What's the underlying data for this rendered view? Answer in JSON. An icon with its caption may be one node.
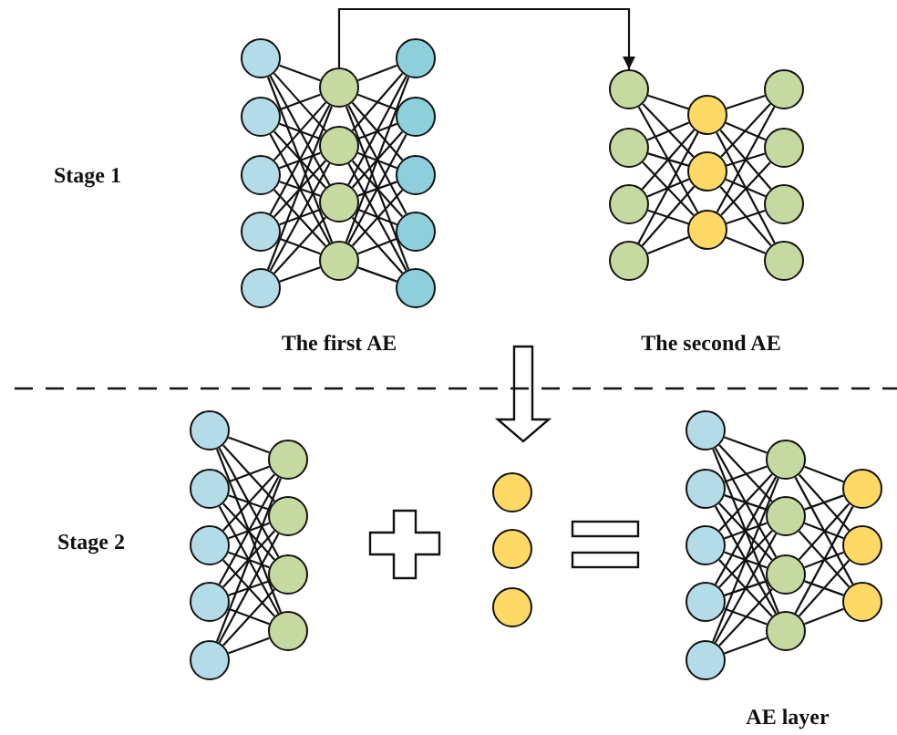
{
  "diagram": {
    "nodes": [
      {
        "text": [],
        "shape": "circle"
      },
      {
        "text": [],
        "shape": "circle"
      },
      {
        "text": [],
        "shape": "circle"
      },
      {
        "text": [],
        "shape": "circle"
      },
      {
        "text": [],
        "shape": "circle"
      },
      {
        "text": [],
        "shape": "circle"
      },
      {
        "text": [],
        "shape": "circle"
      },
      {
        "text": [],
        "shape": "circle"
      },
      {
        "text": [],
        "shape": "circle"
      },
      {
        "text": [],
        "shape": "circle"
      },
      {
        "text": [],
        "shape": "circle"
      },
      {
        "text": [],
        "shape": "circle"
      },
      {
        "text": [],
        "shape": "circle"
      },
      {
        "text": [],
        "shape": "circle"
      },
      {
        "text": [],
        "shape": "circle"
      },
      {
        "text": [],
        "shape": "circle"
      },
      {
        "text": [],
        "shape": "circle"
      },
      {
        "text": [],
        "shape": "circle"
      },
      {
        "text": [],
        "shape": "circle"
      },
      {
        "text": [],
        "shape": "circle"
      },
      {
        "text": [],
        "shape": "circle"
      },
      {
        "text": [],
        "shape": "circle"
      },
      {
        "text": [],
        "shape": "circle"
      },
      {
        "text": [],
        "shape": "circle"
      },
      {
        "text": [],
        "shape": "circle"
      },
      {
        "text": [],
        "shape": "circle"
      },
      {
        "text": [],
        "shape": "circle"
      },
      {
        "text": [],
        "shape": "circle"
      },
      {
        "text": [],
        "shape": "circle"
      },
      {
        "text": [],
        "shape": "circle"
      },
      {
        "text": [],
        "shape": "circle"
      },
      {
        "text": [],
        "shape": "circle"
      },
      {
        "text": [],
        "shape": "circle"
      },
      {
        "text": [],
        "shape": "circle"
      },
      {
        "text": [],
        "shape": "circle"
      },
      {
        "text": [],
        "shape": "circle"
      },
      {
        "text": [],
        "shape": "circle"
      },
      {
        "text": [],
        "shape": "circle"
      },
      {
        "text": [],
        "shape": "circle"
      },
      {
        "text": [],
        "shape": "circle"
      },
      {
        "text": [],
        "shape": "circle"
      },
      {
        "text": [],
        "shape": "circle"
      },
      {
        "text": [],
        "shape": "circle"
      },
      {
        "text": [],
        "shape": "circle"
      },
      {
        "text": [],
        "shape": "circle"
      },
      {
        "text": [],
        "shape": "circle"
      },
      {
        "text": [],
        "shape": "circle"
      },
      {
        "text": [],
        "shape": "circle"
      },
      {
        "text": [],
        "shape": "circle"
      }
    ],
    "edges": [
      {
        "from": 5,
        "to": 14,
        "arrow": "to"
      },
      {
        "from": 0,
        "to": 5,
        "arrow": "none"
      },
      {
        "from": 0,
        "to": 6,
        "arrow": "none"
      },
      {
        "from": 0,
        "to": 7,
        "arrow": "none"
      },
      {
        "from": 0,
        "to": 8,
        "arrow": "none"
      },
      {
        "from": 1,
        "to": 5,
        "arrow": "none"
      },
      {
        "from": 1,
        "to": 6,
        "arrow": "none"
      },
      {
        "from": 1,
        "to": 7,
        "arrow": "none"
      },
      {
        "from": 1,
        "to": 8,
        "arrow": "none"
      },
      {
        "from": 2,
        "to": 5,
        "arrow": "none"
      },
      {
        "from": 2,
        "to": 6,
        "arrow": "none"
      },
      {
        "from": 2,
        "to": 7,
        "arrow": "none"
      },
      {
        "from": 2,
        "to": 8,
        "arrow": "none"
      },
      {
        "from": 3,
        "to": 5,
        "arrow": "none"
      },
      {
        "from": 3,
        "to": 6,
        "arrow": "none"
      },
      {
        "from": 3,
        "to": 7,
        "arrow": "none"
      },
      {
        "from": 3,
        "to": 8,
        "arrow": "none"
      },
      {
        "from": 4,
        "to": 5,
        "arrow": "none"
      },
      {
        "from": 4,
        "to": 6,
        "arrow": "none"
      },
      {
        "from": 4,
        "to": 7,
        "arrow": "none"
      },
      {
        "from": 4,
        "to": 8,
        "arrow": "none"
      },
      {
        "from": 5,
        "to": 9,
        "arrow": "none"
      },
      {
        "from": 5,
        "to": 10,
        "arrow": "none"
      },
      {
        "from": 5,
        "to": 11,
        "arrow": "none"
      },
      {
        "from": 5,
        "to": 12,
        "arrow": "none"
      },
      {
        "from": 5,
        "to": 13,
        "arrow": "none"
      },
      {
        "from": 6,
        "to": 9,
        "arrow": "none"
      },
      {
        "from": 6,
        "to": 10,
        "arrow": "none"
      },
      {
        "from": 6,
        "to": 11,
        "arrow": "none"
      },
      {
        "from": 6,
        "to": 12,
        "arrow": "none"
      },
      {
        "from": 6,
        "to": 13,
        "arrow": "none"
      },
      {
        "from": 7,
        "to": 9,
        "arrow": "none"
      },
      {
        "from": 7,
        "to": 10,
        "arrow": "none"
      },
      {
        "from": 7,
        "to": 11,
        "arrow": "none"
      },
      {
        "from": 7,
        "to": 12,
        "arrow": "none"
      },
      {
        "from": 7,
        "to": 13,
        "arrow": "none"
      },
      {
        "from": 8,
        "to": 9,
        "arrow": "none"
      },
      {
        "from": 8,
        "to": 10,
        "arrow": "none"
      },
      {
        "from": 8,
        "to": 11,
        "arrow": "none"
      },
      {
        "from": 8,
        "to": 12,
        "arrow": "none"
      },
      {
        "from": 8,
        "to": 13,
        "arrow": "none"
      },
      {
        "from": 14,
        "to": 18,
        "arrow": "none"
      },
      {
        "from": 14,
        "to": 19,
        "arrow": "none"
      },
      {
        "from": 14,
        "to": 20,
        "arrow": "none"
      },
      {
        "from": 15,
        "to": 18,
        "arrow": "none"
      },
      {
        "from": 15,
        "to": 19,
        "arrow": "none"
      },
      {
        "from": 15,
        "to": 20,
        "arrow": "none"
      },
      {
        "from": 16,
        "to": 18,
        "arrow": "none"
      },
      {
        "from": 16,
        "to": 19,
        "arrow": "none"
      },
      {
        "from": 16,
        "to": 20,
        "arrow": "none"
      },
      {
        "from": 17,
        "to": 18,
        "arrow": "none"
      },
      {
        "from": 17,
        "to": 19,
        "arrow": "none"
      },
      {
        "from": 17,
        "to": 20,
        "arrow": "none"
      },
      {
        "from": 18,
        "to": 21,
        "arrow": "none"
      },
      {
        "from": 18,
        "to": 22,
        "arrow": "none"
      },
      {
        "from": 18,
        "to": 23,
        "arrow": "none"
      },
      {
        "from": 18,
        "to": 24,
        "arrow": "none"
      },
      {
        "from": 19,
        "to": 21,
        "arrow": "none"
      },
      {
        "from": 19,
        "to": 22,
        "arrow": "none"
      },
      {
        "from": 19,
        "to": 23,
        "arrow": "none"
      },
      {
        "from": 19,
        "to": 24,
        "arrow": "none"
      },
      {
        "from": 20,
        "to": 21,
        "arrow": "none"
      },
      {
        "from": 20,
        "to": 22,
        "arrow": "none"
      },
      {
        "from": 20,
        "to": 23,
        "arrow": "none"
      },
      {
        "from": 20,
        "to": 24,
        "arrow": "none"
      },
      {
        "from": 25,
        "to": 30,
        "arrow": "none"
      },
      {
        "from": 25,
        "to": 31,
        "arrow": "none"
      },
      {
        "from": 25,
        "to": 32,
        "arrow": "none"
      },
      {
        "from": 25,
        "to": 33,
        "arrow": "none"
      },
      {
        "from": 26,
        "to": 30,
        "arrow": "none"
      },
      {
        "from": 26,
        "to": 31,
        "arrow": "none"
      },
      {
        "from": 26,
        "to": 32,
        "arrow": "none"
      },
      {
        "from": 26,
        "to": 33,
        "arrow": "none"
      },
      {
        "from": 27,
        "to": 30,
        "arrow": "none"
      },
      {
        "from": 27,
        "to": 31,
        "arrow": "none"
      },
      {
        "from": 27,
        "to": 32,
        "arrow": "none"
      },
      {
        "from": 27,
        "to": 33,
        "arrow": "none"
      },
      {
        "from": 28,
        "to": 30,
        "arrow": "none"
      },
      {
        "from": 28,
        "to": 31,
        "arrow": "none"
      },
      {
        "from": 28,
        "to": 32,
        "arrow": "none"
      },
      {
        "from": 28,
        "to": 33,
        "arrow": "none"
      },
      {
        "from": 29,
        "to": 30,
        "arrow": "none"
      },
      {
        "from": 29,
        "to": 31,
        "arrow": "none"
      },
      {
        "from": 29,
        "to": 32,
        "arrow": "none"
      },
      {
        "from": 29,
        "to": 33,
        "arrow": "none"
      },
      {
        "from": 37,
        "to": 42,
        "arrow": "none"
      },
      {
        "from": 37,
        "to": 43,
        "arrow": "none"
      },
      {
        "from": 37,
        "to": 44,
        "arrow": "none"
      },
      {
        "from": 37,
        "to": 45,
        "arrow": "none"
      },
      {
        "from": 38,
        "to": 42,
        "arrow": "none"
      },
      {
        "from": 38,
        "to": 43,
        "arrow": "none"
      },
      {
        "from": 38,
        "to": 44,
        "arrow": "none"
      },
      {
        "from": 38,
        "to": 45,
        "arrow": "none"
      },
      {
        "from": 39,
        "to": 42,
        "arrow": "none"
      },
      {
        "from": 39,
        "to": 43,
        "arrow": "none"
      },
      {
        "from": 39,
        "to": 44,
        "arrow": "none"
      },
      {
        "from": 39,
        "to": 45,
        "arrow": "none"
      },
      {
        "from": 40,
        "to": 42,
        "arrow": "none"
      },
      {
        "from": 40,
        "to": 43,
        "arrow": "none"
      },
      {
        "from": 40,
        "to": 44,
        "arrow": "none"
      },
      {
        "from": 40,
        "to": 45,
        "arrow": "none"
      },
      {
        "from": 41,
        "to": 42,
        "arrow": "none"
      },
      {
        "from": 41,
        "to": 43,
        "arrow": "none"
      },
      {
        "from": 41,
        "to": 44,
        "arrow": "none"
      },
      {
        "from": 41,
        "to": 45,
        "arrow": "none"
      },
      {
        "from": 42,
        "to": 46,
        "arrow": "none"
      },
      {
        "from": 42,
        "to": 47,
        "arrow": "none"
      },
      {
        "from": 42,
        "to": 48,
        "arrow": "none"
      },
      {
        "from": 43,
        "to": 46,
        "arrow": "none"
      },
      {
        "from": 43,
        "to": 47,
        "arrow": "none"
      },
      {
        "from": 43,
        "to": 48,
        "arrow": "none"
      },
      {
        "from": 44,
        "to": 46,
        "arrow": "none"
      },
      {
        "from": 44,
        "to": 47,
        "arrow": "none"
      },
      {
        "from": 44,
        "to": 48,
        "arrow": "none"
      },
      {
        "from": 45,
        "to": 46,
        "arrow": "none"
      },
      {
        "from": 45,
        "to": 47,
        "arrow": "none"
      },
      {
        "from": 45,
        "to": 48,
        "arrow": "none"
      }
    ],
    "labels": [
      "Stage 1",
      "The first AE",
      "The second AE",
      "Stage 2",
      "AE layer"
    ]
  }
}
